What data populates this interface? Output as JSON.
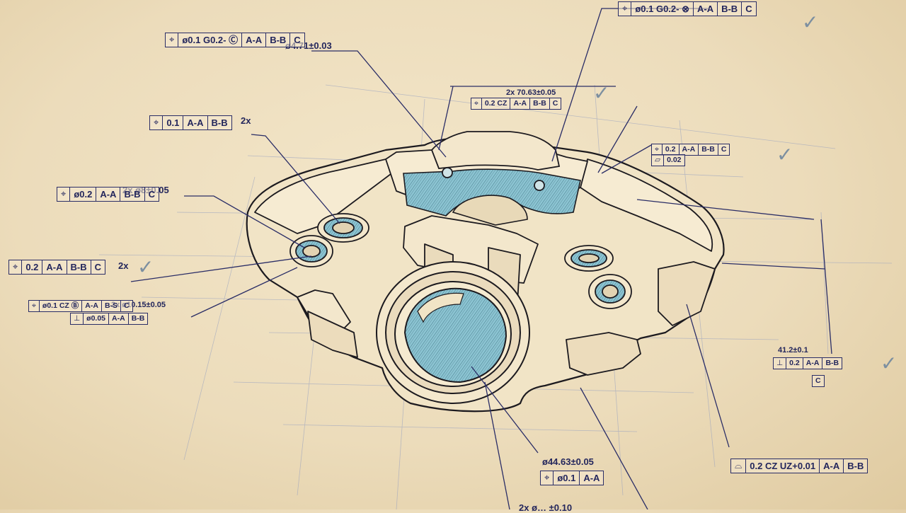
{
  "callouts": {
    "top_right": {
      "cells": [
        "⌖",
        "ø0.1 G0.2- ⊗",
        "A-A",
        "B-B",
        "C"
      ]
    },
    "upper_left_dim": "ø4.71±0.03",
    "upper_left": {
      "cells": [
        "⌖",
        "ø0.1 G0.2- Ⓒ",
        "A-A",
        "B-B",
        "C"
      ]
    },
    "center_dim": "2x 70.63±0.05",
    "center": {
      "cells": [
        "⌖",
        "0.2 CZ",
        "A-A",
        "B-B",
        "C"
      ]
    },
    "left_2x_label": "2x",
    "left_1": {
      "cells": [
        "⌖",
        "0.1",
        "A-A",
        "B-B"
      ]
    },
    "left_hole_dim": "2x ø8±0.05",
    "left_2": {
      "cells": [
        "⌖",
        "ø0.2",
        "A-A",
        "B-B",
        "C"
      ]
    },
    "left_3_label": "2x",
    "left_3": {
      "cells": [
        "⌖",
        "0.2",
        "A-A",
        "B-B",
        "C"
      ]
    },
    "left_4_dim": "2x ø10.15±0.05",
    "left_4a": {
      "cells": [
        "⌖",
        "ø0.1 CZ Ⓑ",
        "A-A",
        "B-S",
        "C"
      ]
    },
    "left_4b": {
      "cells": [
        "⊥",
        "ø0.05",
        "A-A",
        "B-B"
      ]
    },
    "right_upper_a": {
      "cells": [
        "⌖",
        "0.2",
        "A-A",
        "B-B",
        "C"
      ]
    },
    "right_upper_b": {
      "cells": [
        "▱",
        "0.02"
      ]
    },
    "right_dim": "41.2±0.1",
    "right_lower": {
      "cells": [
        "⊥",
        "0.2",
        "A-A",
        "B-B"
      ]
    },
    "right_datum": "C",
    "bottom_right": {
      "cells": [
        "⌓",
        "0.2 CZ UZ+0.01",
        "A-A",
        "B-B"
      ]
    },
    "bottom_dim": "ø44.63±0.05",
    "bottom": {
      "cells": [
        "⌖",
        "ø0.1",
        "A-A"
      ]
    },
    "bottom_cut_dim": "2x ø… ±0.10"
  },
  "checkmark": "✓",
  "colors": {
    "ink": "#23265c",
    "paper": "#efe1c4",
    "sketch": "#1c1a1f",
    "hatch_fill": "#8cc5d3",
    "check": "#7c8fa0"
  }
}
